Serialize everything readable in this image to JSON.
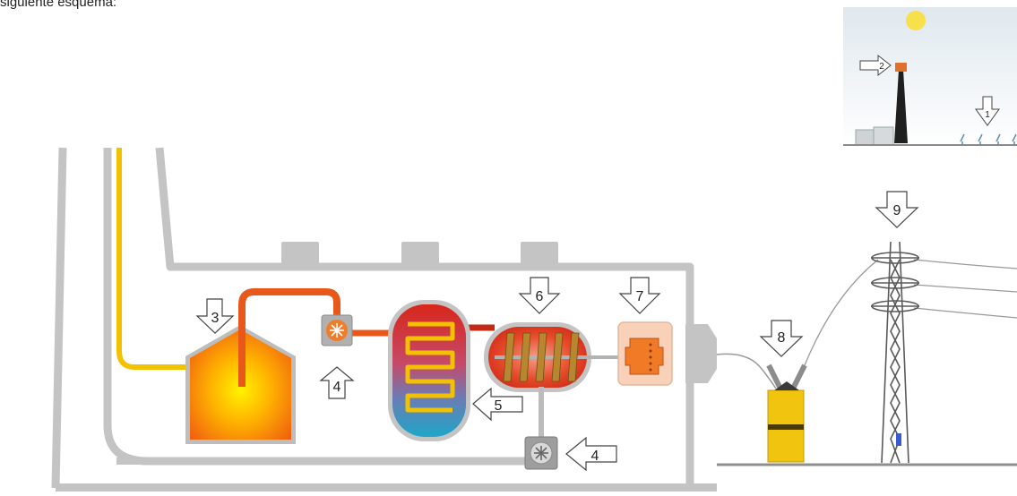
{
  "caption": "siguiente esquema:",
  "colors": {
    "building_wall": "#c9c9c9",
    "fuel_pipe": "#f2c200",
    "hot_pipe": "#e8581a",
    "boiler_center": "#ffe000",
    "boiler_edge": "#ef6a10",
    "cooling_water": "#2aa3c6",
    "turbine_blade": "#b8862e",
    "generator": "#f07a25",
    "transformer": "#f1c40f"
  },
  "labels": {
    "sky_arrow_1": "1",
    "sky_arrow_2": "2",
    "boiler": "3",
    "pump_upper": "4",
    "pump_lower": "4",
    "condenser": "5",
    "turbine": "6",
    "generator": "7",
    "transformer": "8",
    "power_line": "9"
  }
}
